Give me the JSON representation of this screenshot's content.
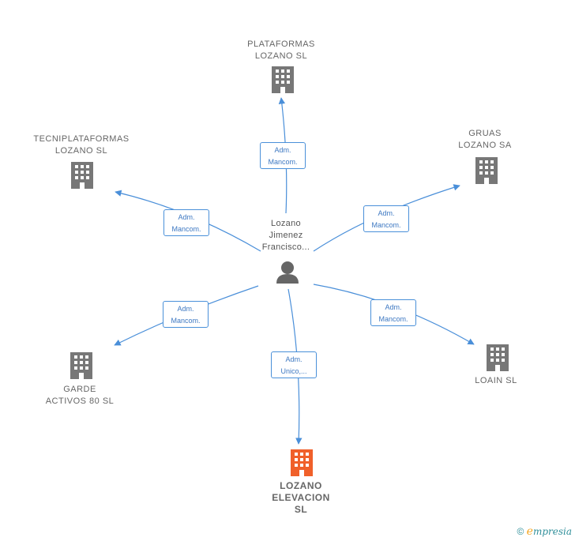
{
  "center": {
    "name_lines": [
      "Lozano",
      "Jimenez",
      "Francisco..."
    ],
    "icon": "person-icon"
  },
  "nodes": [
    {
      "id": "plataformas",
      "lines": [
        "PLATAFORMAS",
        "LOZANO SL"
      ],
      "icon": "building-icon",
      "color": "#777777"
    },
    {
      "id": "tecniplataformas",
      "lines": [
        "TECNIPLATAFORMAS",
        "LOZANO  SL"
      ],
      "icon": "building-icon",
      "color": "#777777"
    },
    {
      "id": "gruas",
      "lines": [
        "GRUAS",
        "LOZANO SA"
      ],
      "icon": "building-icon",
      "color": "#777777"
    },
    {
      "id": "garde",
      "lines": [
        "GARDE",
        "ACTIVOS 80 SL"
      ],
      "icon": "building-icon",
      "color": "#777777"
    },
    {
      "id": "loain",
      "lines": [
        "LOAIN  SL"
      ],
      "icon": "building-icon",
      "color": "#777777"
    },
    {
      "id": "lozano-elevacion",
      "lines": [
        "LOZANO",
        "ELEVACION",
        "SL"
      ],
      "icon": "building-icon",
      "color": "#f0602a"
    }
  ],
  "relations": [
    {
      "to": "plataformas",
      "lines": [
        "Adm.",
        "Mancom."
      ]
    },
    {
      "to": "tecniplataformas",
      "lines": [
        "Adm.",
        "Mancom."
      ]
    },
    {
      "to": "gruas",
      "lines": [
        "Adm.",
        "Mancom."
      ]
    },
    {
      "to": "garde",
      "lines": [
        "Adm.",
        "Mancom."
      ]
    },
    {
      "to": "loain",
      "lines": [
        "Adm.",
        "Mancom."
      ]
    },
    {
      "to": "lozano-elevacion",
      "lines": [
        "Adm.",
        "Unico,..."
      ]
    }
  ],
  "colors": {
    "edge": "#4a8fd9",
    "building_default": "#777777",
    "building_highlight": "#f0602a",
    "person": "#666666"
  },
  "footer": {
    "copyright_symbol": "©",
    "brand_first": "e",
    "brand_rest": "mpresia"
  }
}
